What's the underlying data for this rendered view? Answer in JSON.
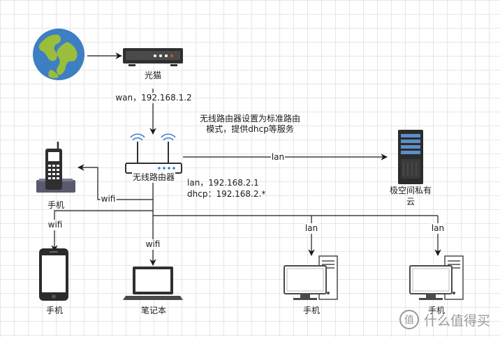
{
  "nodes": {
    "modem": "光猫",
    "router": "无线路由器",
    "private_cloud_line1": "极空间私有",
    "private_cloud_line2": "云",
    "phone_top": "手机",
    "phone_bottom": "手机",
    "laptop": "笔记本",
    "desktop_1": "手机",
    "desktop_2": "手机"
  },
  "edges": {
    "wan": "wan，192.168.1.2",
    "router_note_line1": "无线路由器设置为标准路由",
    "router_note_line2": "模式，提供dhcp等服务",
    "lan_ip": "lan，192.168.2.1",
    "dhcp": "dhcp：192.168.2.*",
    "lan_to_cloud": "lan",
    "wifi_phone_top": "wifi",
    "wifi_phone_bottom": "wifi",
    "wifi_laptop": "wifi",
    "lan_desktop_1": "lan",
    "lan_desktop_2": "lan"
  },
  "watermark": {
    "text": "什么值得买",
    "icon": "zhi-logo-icon"
  },
  "colors": {
    "line": "#1a1a1a",
    "globe_ocean": "#3d7fc2",
    "globe_land": "#9bbd3c",
    "device_dark": "#2f2f2f",
    "screen_blue": "#5b8fc8"
  }
}
